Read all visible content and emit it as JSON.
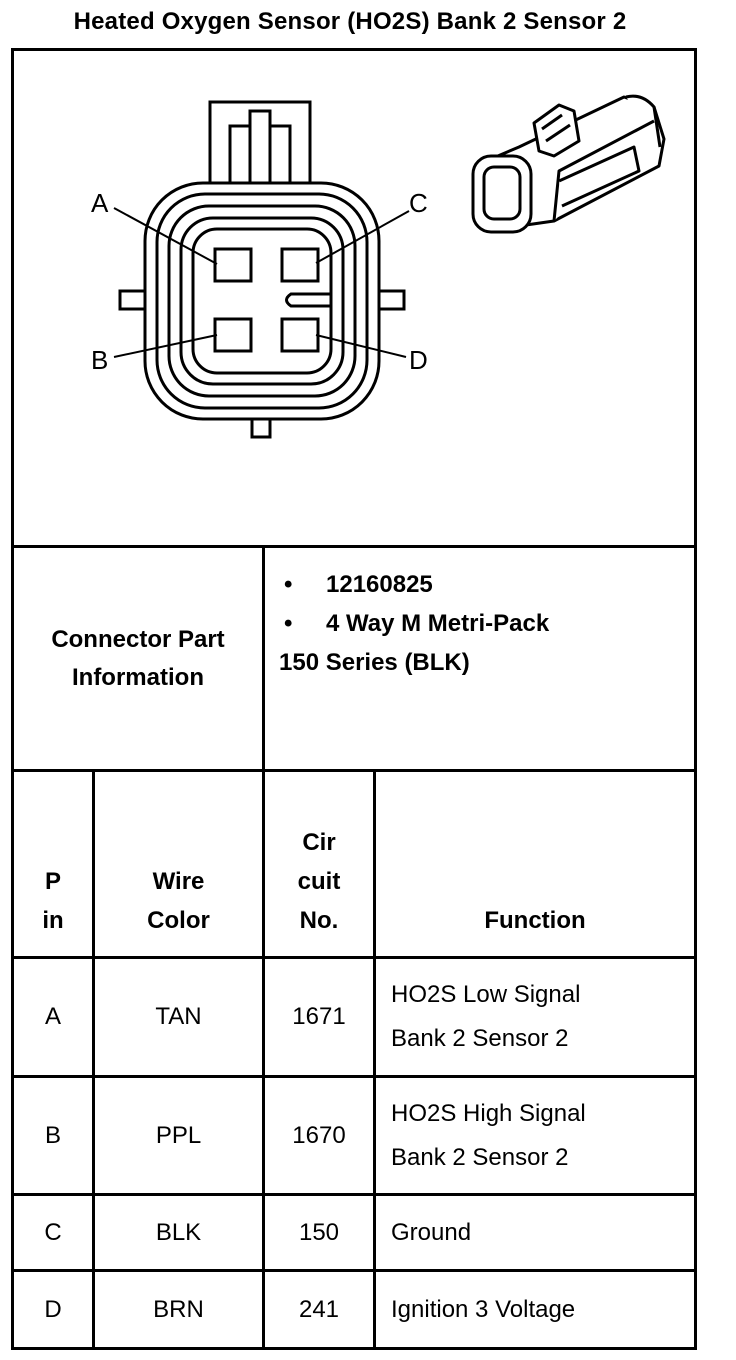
{
  "title": "Heated Oxygen Sensor (HO2S) Bank 2 Sensor 2",
  "diagram": {
    "pin_labels": [
      "A",
      "B",
      "C",
      "D"
    ],
    "icons": [
      "connector-face-icon",
      "connector-3d-icon"
    ]
  },
  "connector_info": {
    "label_line1": "Connector Part",
    "label_line2": "Information",
    "part_number": "12160825",
    "description_line1": "4 Way M Metri-Pack",
    "description_line2": "150 Series (BLK)"
  },
  "table": {
    "headers": {
      "pin_line1": "P",
      "pin_line2": "in",
      "color_line1": "Wire",
      "color_line2": "Color",
      "circuit_line1": "Cir",
      "circuit_line2": "cuit",
      "circuit_line3": "No.",
      "function": "Function"
    },
    "rows": [
      {
        "pin": "A",
        "color": "TAN",
        "circuit": "1671",
        "function_line1": "HO2S Low Signal",
        "function_line2": "Bank 2 Sensor 2"
      },
      {
        "pin": "B",
        "color": "PPL",
        "circuit": "1670",
        "function_line1": "HO2S High Signal",
        "function_line2": "Bank 2 Sensor 2"
      },
      {
        "pin": "C",
        "color": "BLK",
        "circuit": "150",
        "function_line1": "Ground",
        "function_line2": ""
      },
      {
        "pin": "D",
        "color": "BRN",
        "circuit": "241",
        "function_line1": "Ignition 3 Voltage",
        "function_line2": ""
      }
    ]
  }
}
